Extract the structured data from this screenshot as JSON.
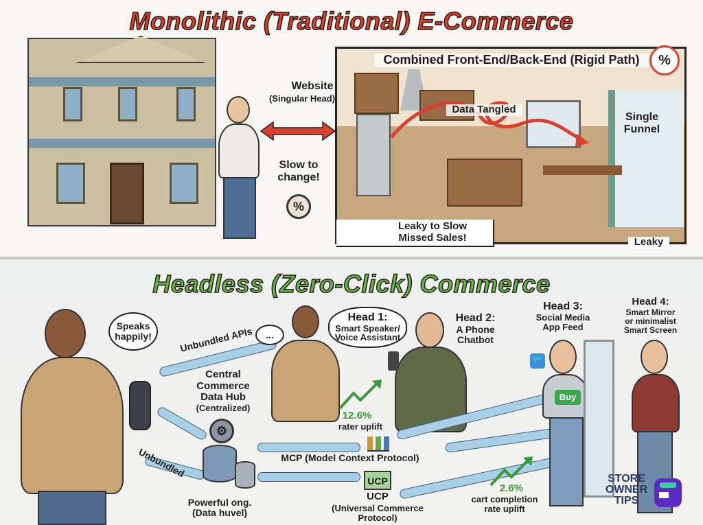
{
  "top": {
    "title": "Monolithic (Traditional) E-Commerce",
    "website_label": "Website",
    "website_sub": "(Singular Head)",
    "slow_label": "Slow to change!",
    "percent_symbol": "%",
    "kitchen_title": "Combined Front-End/Back-End (Rigid Path)",
    "data_tangled": "Data Tangled",
    "single_funnel": "Single Funnel",
    "leaky_note": "Leaky to Slow Missed Sales!",
    "leaky": "Leaky"
  },
  "bottom": {
    "title": "Headless (Zero-Click) Commerce",
    "speaks": "Speaks happily!",
    "ellipsis": "...",
    "unbundled_apis": "Unbundled APIs",
    "unbundled": "Unbundled",
    "hub": [
      "Central",
      "Commerce",
      "Data Hub",
      "(Centralized)"
    ],
    "powerful": [
      "Powerful ong.",
      "(Data huvel)"
    ],
    "head1": [
      "Head 1:",
      "Smart Speaker/",
      "Voice Assistant"
    ],
    "head2": [
      "Head 2:",
      "A Phone",
      "Chatbot"
    ],
    "head3": [
      "Head 3:",
      "Social Media",
      "App Feed"
    ],
    "head4": [
      "Head 4:",
      "Smart Mirror",
      "or minimalist",
      "Smart Screen"
    ],
    "uplift1_value": "12.6%",
    "uplift1_label": "rater uplift",
    "mcp": "MCP (Model Context Protocol)",
    "ucp_box": "UCP",
    "ucp": "UCP",
    "ucp_full": "(Universal Commerce Protocol)",
    "uplift2_value": "2.6%",
    "uplift2_label": [
      "cart completion",
      "rate uplift"
    ],
    "buy": "Buy",
    "logo": [
      "STORE",
      "OWNER",
      "TIPS"
    ]
  },
  "colors": {
    "title_red": "#d9412e",
    "title_green": "#5fb84a",
    "arrow_blue": "#a9cfe6",
    "uplift_green": "#3a9a3a"
  }
}
